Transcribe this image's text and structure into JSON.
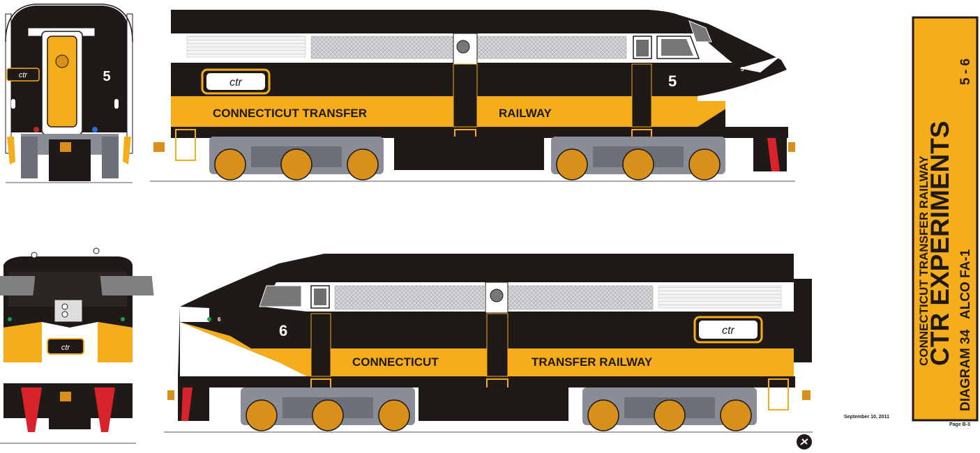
{
  "side_view_top": {
    "lettering_left": "CONNECTICUT TRANSFER",
    "lettering_right": "RAILWAY",
    "cab_number": "5",
    "nose_number": "5",
    "herald": "ctr"
  },
  "end_view_top": {
    "number": "5",
    "herald": "ctr"
  },
  "side_view_bottom": {
    "lettering_left": "CONNECTICUT",
    "lettering_right": "TRANSFER RAILWAY",
    "cab_number": "6",
    "nose_number": "6",
    "herald": "ctr"
  },
  "front_view_bottom": {
    "herald": "ctr"
  },
  "title_block": {
    "railroad": "CONNECTICUT TRANSFER RAILWAY",
    "title": "CTR EXPERIMENTS",
    "diagram": "DIAGRAM 34",
    "model": "ALCO FA-1",
    "numbers": "5 - 6"
  },
  "date": "September 10, 2011",
  "page": "Page B-3",
  "colors": {
    "black": "#1f1a17",
    "yellow": "#f6ad1c",
    "white": "#ffffff",
    "truck_gray": "#8a8d95",
    "wheel_orange": "#d9901b",
    "red": "#d9232a"
  }
}
